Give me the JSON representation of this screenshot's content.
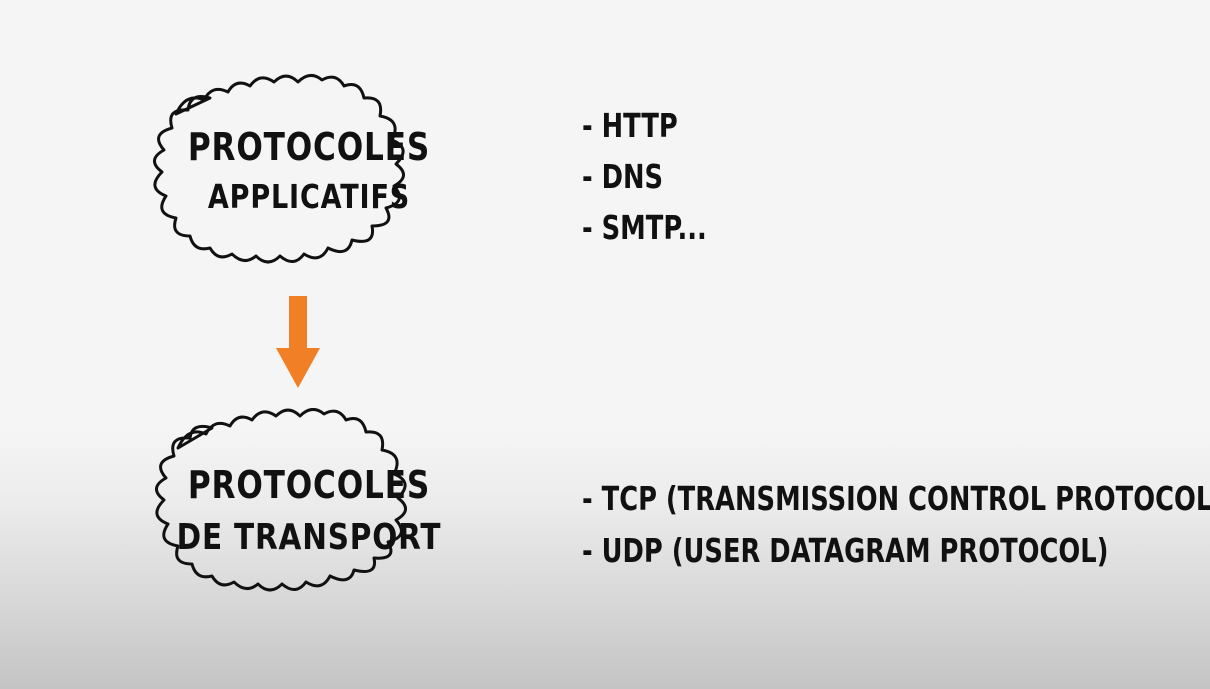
{
  "clouds": {
    "application": {
      "line1": "Protocoles",
      "line2": "applicatifs"
    },
    "transport": {
      "line1": "Protocoles",
      "line2": "de transport"
    }
  },
  "arrow": {
    "icon": "down-arrow-icon",
    "color": "#f07f26"
  },
  "application_protocols": [
    "- HTTP",
    "- DNS",
    "- SMTP..."
  ],
  "transport_protocols": [
    "- TCP (Transmission Control Protocol)",
    "- UDP (User Datagram Protocol)"
  ],
  "colors": {
    "ink": "#111111",
    "background": "#f5f5f5"
  }
}
